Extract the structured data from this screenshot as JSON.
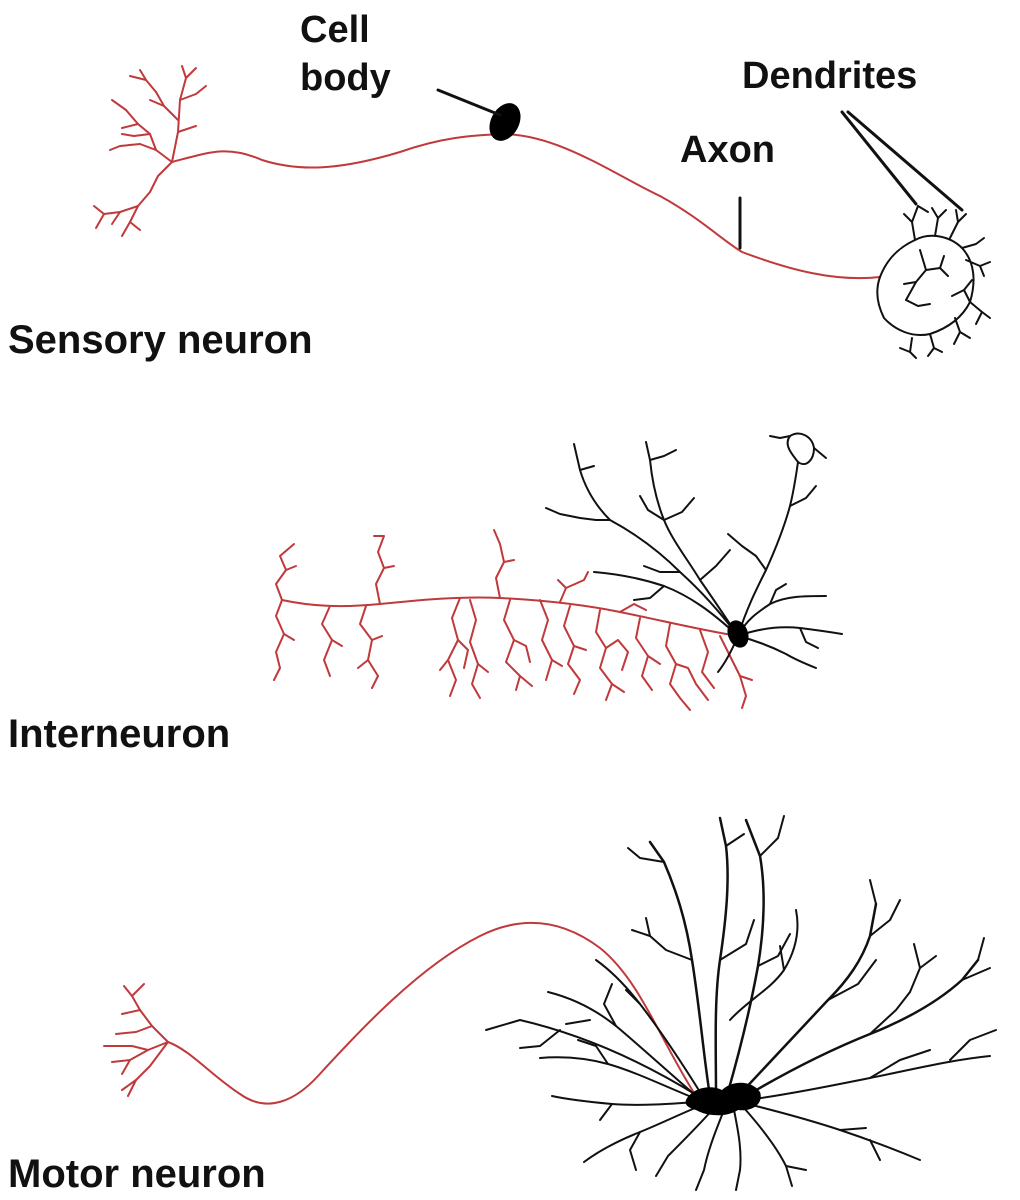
{
  "labels": {
    "cell_body_line1": "Cell",
    "cell_body_line2": "body",
    "dendrites": "Dendrites",
    "axon": "Axon"
  },
  "neurons": [
    {
      "id": "sensory",
      "title": "Sensory neuron"
    },
    {
      "id": "inter",
      "title": "Interneuron"
    },
    {
      "id": "motor",
      "title": "Motor neuron"
    }
  ],
  "colors": {
    "axon": "#c0393b",
    "dendrite": "#111111",
    "background": "#ffffff"
  }
}
